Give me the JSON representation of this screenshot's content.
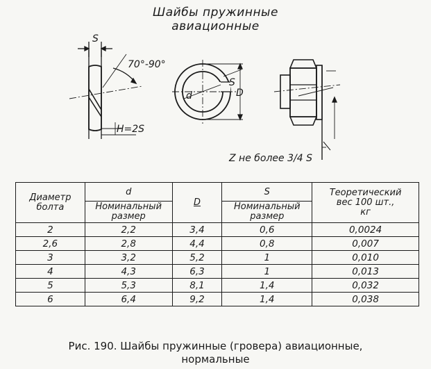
{
  "figure": {
    "title_line1": "Шайбы пружинные",
    "title_line2": "авиационные",
    "labels": {
      "s_top": "S",
      "angle": "70°-90°",
      "h": "H=2S",
      "s_ring": "S",
      "d_ring": "d",
      "D_ring": "D",
      "z": "Z не более 3/4 S"
    }
  },
  "table": {
    "headers": {
      "bolt": [
        "Диаметр",
        "болта"
      ],
      "d": "d",
      "d_sub": [
        "Номинальный",
        "размер"
      ],
      "D": "D",
      "S": "S",
      "S_sub": [
        "Номинальный",
        "размер"
      ],
      "weight": [
        "Теоретический",
        "вес 100 шт.,",
        "кг"
      ]
    },
    "rows": [
      [
        "2",
        "2,2",
        "3,4",
        "0,6",
        "0,0024"
      ],
      [
        "2,6",
        "2,8",
        "4,4",
        "0,8",
        "0,007"
      ],
      [
        "3",
        "3,2",
        "5,2",
        "1",
        "0,010"
      ],
      [
        "4",
        "4,3",
        "6,3",
        "1",
        "0,013"
      ],
      [
        "5",
        "5,3",
        "8,1",
        "1,4",
        "0,032"
      ],
      [
        "6",
        "6,4",
        "9,2",
        "1,4",
        "0,038"
      ]
    ]
  },
  "caption": {
    "line1": "Рис. 190. Шайбы пружинные (гровера) авиационные,",
    "line2": "нормальные"
  }
}
